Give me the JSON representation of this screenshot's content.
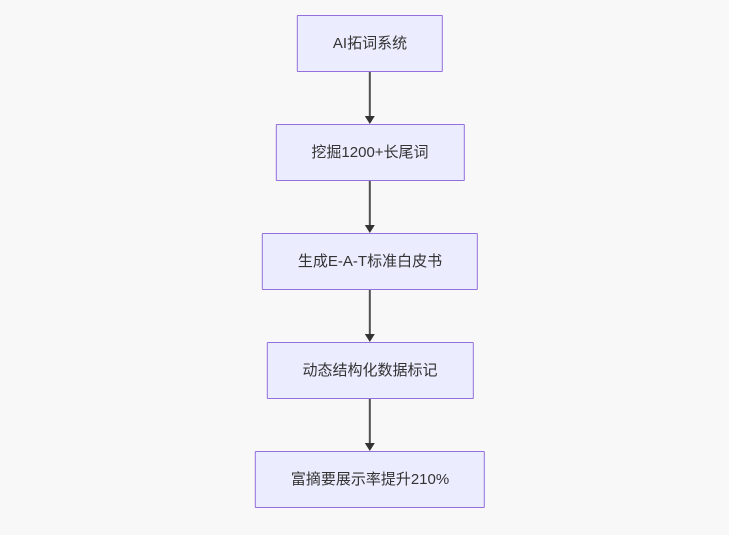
{
  "flowchart": {
    "nodes": [
      {
        "label": "AI拓词系统"
      },
      {
        "label": "挖掘1200+长尾词"
      },
      {
        "label": "生成E-A-T标准白皮书"
      },
      {
        "label": "动态结构化数据标记"
      },
      {
        "label": "富摘要展示率提升210%"
      }
    ],
    "colors": {
      "background": "#f8f8f8",
      "node_fill": "#ECECFF",
      "node_border": "#9370DB",
      "edge": "#333333",
      "text": "#333333"
    }
  }
}
